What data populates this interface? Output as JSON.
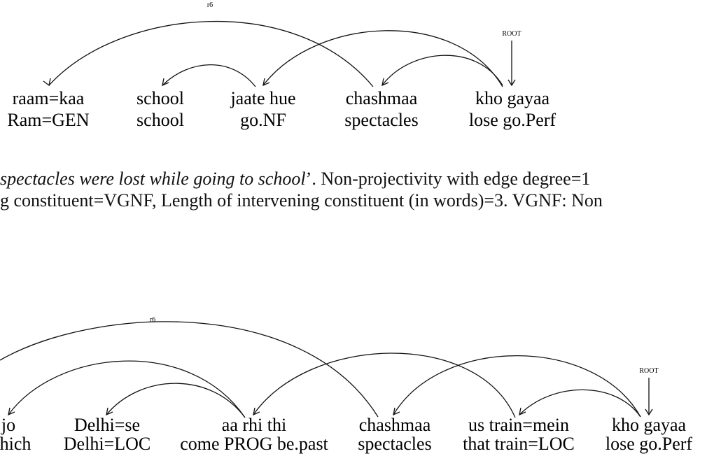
{
  "diagram1": {
    "root_label": "ROOT",
    "arc_label": "r6",
    "tokens": [
      {
        "word": "raam=kaa",
        "gloss": "Ram=GEN"
      },
      {
        "word": "school",
        "gloss": "school"
      },
      {
        "word": "jaate hue",
        "gloss": "go.NF"
      },
      {
        "word": "chashmaa",
        "gloss": "spectacles"
      },
      {
        "word": "kho gayaa",
        "gloss": "lose go.Perf"
      }
    ]
  },
  "caption": {
    "line1_italic": "spectacles were lost while going to school",
    "line1_rest": "’.  Non-projectivity with edge degree=1",
    "line2": "g constituent=VGNF, Length of intervening constituent (in words)=3.  VGNF: Non"
  },
  "diagram2": {
    "root_label": "ROOT",
    "arc_label": "r6",
    "tokens": [
      {
        "word": "jo",
        "gloss": "hich"
      },
      {
        "word": "Delhi=se",
        "gloss": "Delhi=LOC"
      },
      {
        "word": "aa rhi thi",
        "gloss": "come PROG be.past"
      },
      {
        "word": "chashmaa",
        "gloss": "spectacles"
      },
      {
        "word": "us train=mein",
        "gloss": "that train=LOC"
      },
      {
        "word": "kho gayaa",
        "gloss": "lose go.Perf"
      }
    ]
  }
}
